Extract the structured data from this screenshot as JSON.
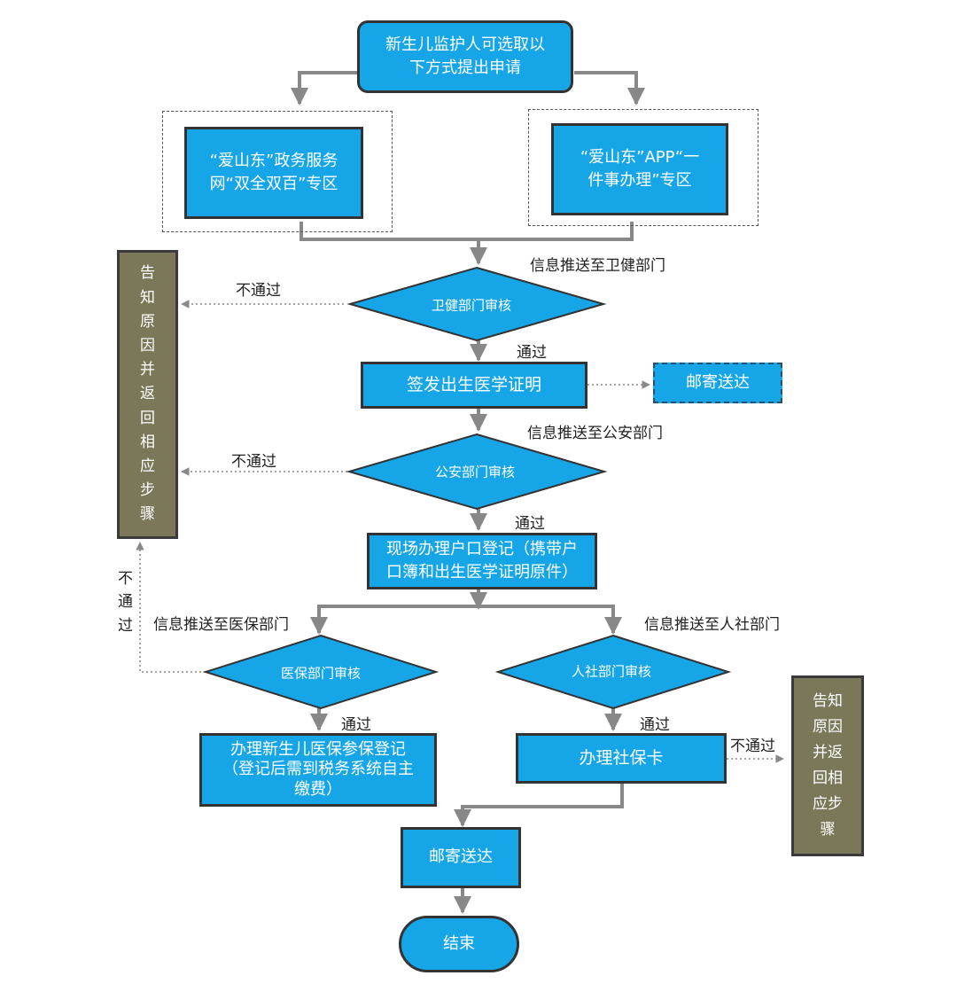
{
  "nodes": {
    "start": "新生儿监护人可选取以\n下方式提出申请",
    "option_web": "“爱山东”政务服务\n网“双全双百”专区",
    "option_app": "“爱山东”APP“一\n件事办理”专区",
    "health_review": "卫健部门审核",
    "issue_cert": "签发出生医学证明",
    "mail_cert": "邮寄送达",
    "police_review": "公安部门审核",
    "hukou_register": "现场办理户口登记（携带户\n口簿和出生医学证明原件）",
    "medical_review": "医保部门审核",
    "hr_review": "人社部门审核",
    "medical_register": "办理新生儿医保参保登记\n（登记后需到税务系统自主\n缴费）",
    "social_card": "办理社保卡",
    "mail_final": "邮寄送达",
    "end": "结束",
    "notify_left": "告\n知\n原\n因\n并\n返\n回\n相\n应\n步\n骤",
    "notify_right": "告知\n原因\n并返\n回相\n应步\n骤"
  },
  "labels": {
    "push_health": "信息推送至卫健部门",
    "fail_1": "不通过",
    "pass_1": "通过",
    "push_police": "信息推送至公安部门",
    "fail_2": "不通过",
    "pass_2": "通过",
    "fail_medical": "不\n通\n过",
    "push_medical": "信息推送至医保部门",
    "push_hr": "信息推送至人社部门",
    "pass_medical": "通过",
    "pass_hr": "通过",
    "fail_card": "不通过"
  },
  "colors": {
    "box_fill": "#16a6e8",
    "notice_fill": "#7a7858",
    "arrow": "#888888",
    "border": "#333333"
  }
}
